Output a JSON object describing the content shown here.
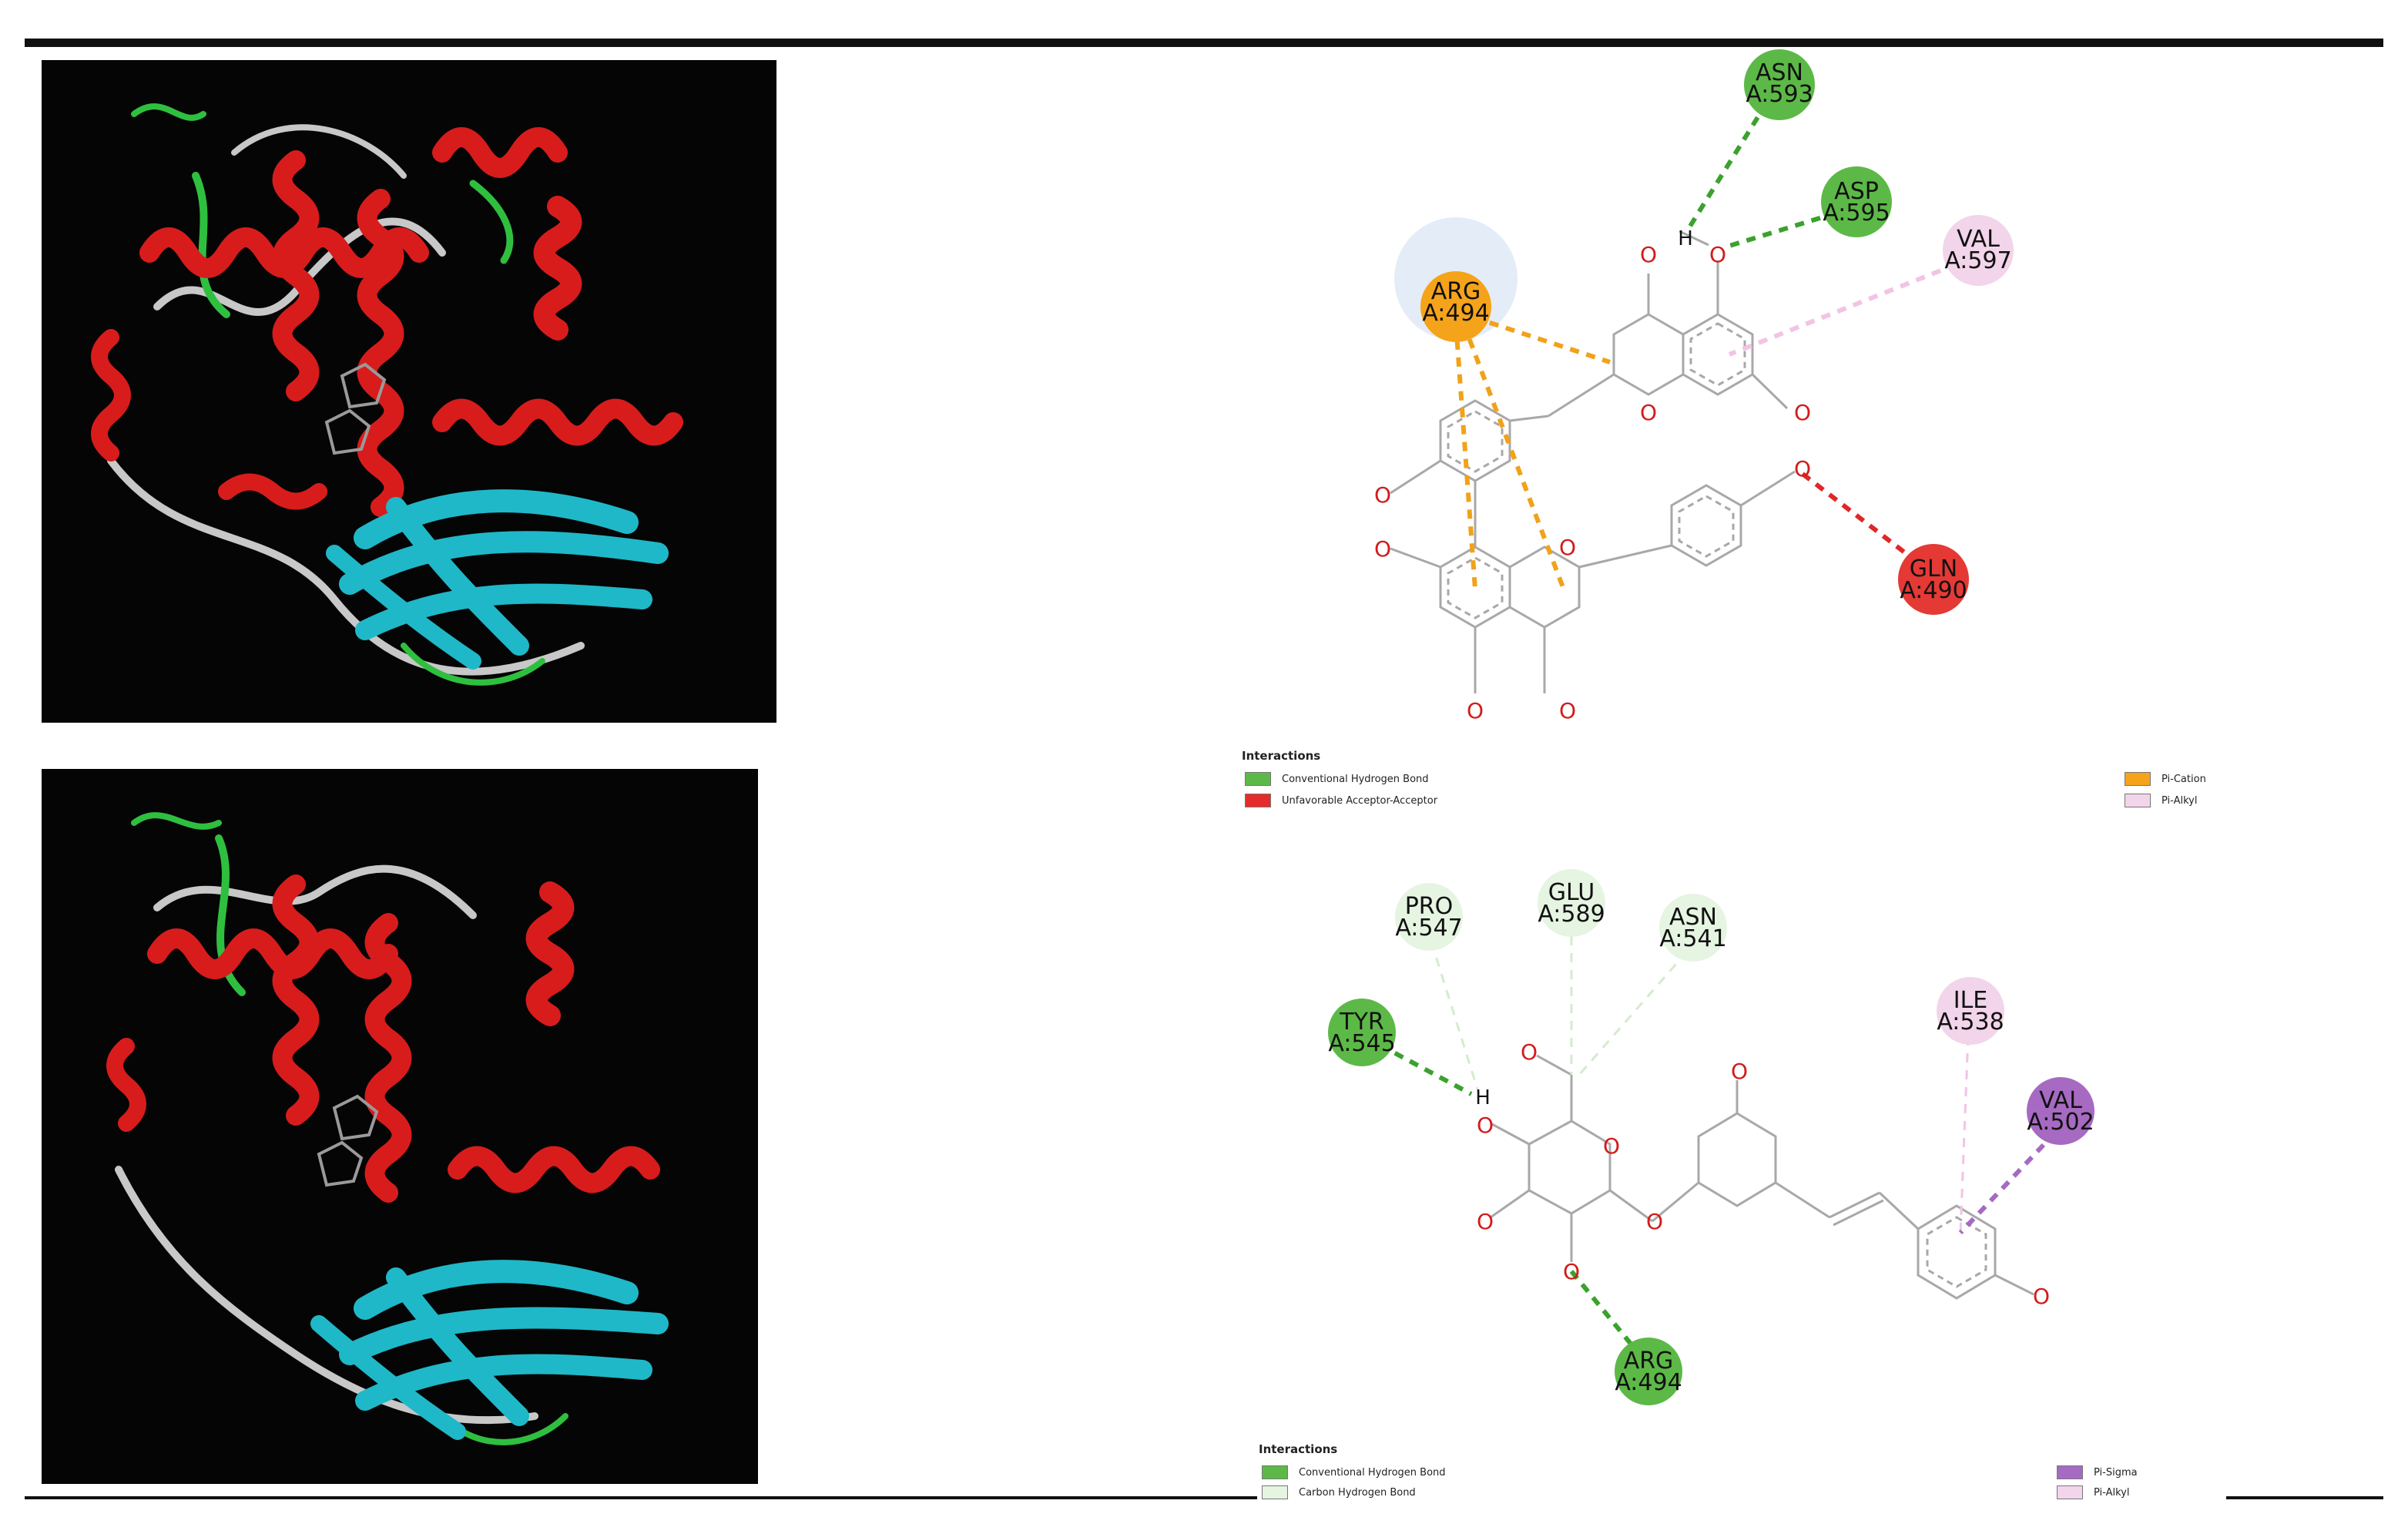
{
  "panels": [
    {
      "id": "top",
      "residues": [
        {
          "key": "asn593",
          "name": "ASN",
          "id": "A:593",
          "color": "#5cb947"
        },
        {
          "key": "asp595",
          "name": "ASP",
          "id": "A:595",
          "color": "#5cb947"
        },
        {
          "key": "val597",
          "name": "VAL",
          "id": "A:597",
          "color": "#f2d5ea"
        },
        {
          "key": "arg494",
          "name": "ARG",
          "id": "A:494",
          "color": "#f5a31a"
        },
        {
          "key": "gln490",
          "name": "GLN",
          "id": "A:490",
          "color": "#e53935"
        }
      ],
      "atom_labels": {
        "oxygen": "O",
        "hydrogen": "H"
      },
      "legend": {
        "title": "Interactions",
        "items": [
          {
            "label": "Conventional Hydrogen Bond",
            "color": "#5cb947"
          },
          {
            "label": "Unfavorable Acceptor-Acceptor",
            "color": "#e52b2b"
          },
          {
            "label": "Pi-Cation",
            "color": "#f5a31a"
          },
          {
            "label": "Pi-Alkyl",
            "color": "#f2d5ea"
          }
        ]
      }
    },
    {
      "id": "bottom",
      "residues": [
        {
          "key": "pro547",
          "name": "PRO",
          "id": "A:547",
          "color": "#e6f4e2"
        },
        {
          "key": "glu589",
          "name": "GLU",
          "id": "A:589",
          "color": "#e6f4e2"
        },
        {
          "key": "asn541",
          "name": "ASN",
          "id": "A:541",
          "color": "#e6f4e2"
        },
        {
          "key": "tyr545",
          "name": "TYR",
          "id": "A:545",
          "color": "#5cb947"
        },
        {
          "key": "ile538",
          "name": "ILE",
          "id": "A:538",
          "color": "#f2d5ea"
        },
        {
          "key": "val502",
          "name": "VAL",
          "id": "A:502",
          "color": "#a66ac2"
        },
        {
          "key": "arg494",
          "name": "ARG",
          "id": "A:494",
          "color": "#5cb947"
        }
      ],
      "atom_labels": {
        "oxygen": "O",
        "hydrogen": "H"
      },
      "legend": {
        "title": "Interactions",
        "items": [
          {
            "label": "Conventional Hydrogen Bond",
            "color": "#5cb947"
          },
          {
            "label": "Carbon Hydrogen Bond",
            "color": "#e6f4e2"
          },
          {
            "label": "Pi-Sigma",
            "color": "#a66ac2"
          },
          {
            "label": "Pi-Alkyl",
            "color": "#f2d5ea"
          }
        ]
      }
    }
  ]
}
